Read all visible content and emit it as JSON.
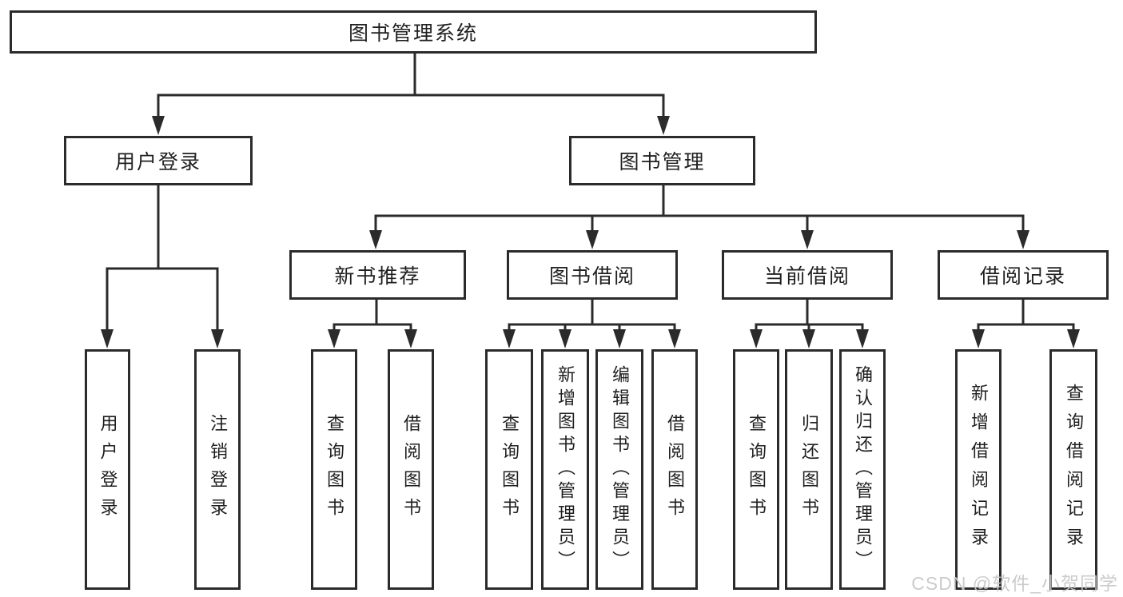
{
  "diagram": {
    "root": {
      "label": "图书管理系统"
    },
    "branches": [
      {
        "label": "用户登录",
        "children": [
          {
            "label": "用户登录"
          },
          {
            "label": "注销登录"
          }
        ]
      },
      {
        "label": "图书管理",
        "children": [
          {
            "label": "新书推荐",
            "children": [
              {
                "label": "查询图书"
              },
              {
                "label": "借阅图书"
              }
            ]
          },
          {
            "label": "图书借阅",
            "children": [
              {
                "label": "查询图书"
              },
              {
                "label": "新增图书（管理员）"
              },
              {
                "label": "编辑图书（管理员）"
              },
              {
                "label": "借阅图书"
              }
            ]
          },
          {
            "label": "当前借阅",
            "children": [
              {
                "label": "查询图书"
              },
              {
                "label": "归还图书"
              },
              {
                "label": "确认归还（管理员）"
              }
            ]
          },
          {
            "label": "借阅记录",
            "children": [
              {
                "label": "新增借阅记录"
              },
              {
                "label": "查询借阅记录"
              }
            ]
          }
        ]
      }
    ]
  },
  "watermark": {
    "text": "CSDN @软件_小贺同学",
    "color": "#c9c9c9"
  },
  "colors": {
    "background": "#ffffff",
    "line": "#2b2b2b",
    "box_border": "#2b2b2b",
    "text": "#1f1f1f"
  }
}
